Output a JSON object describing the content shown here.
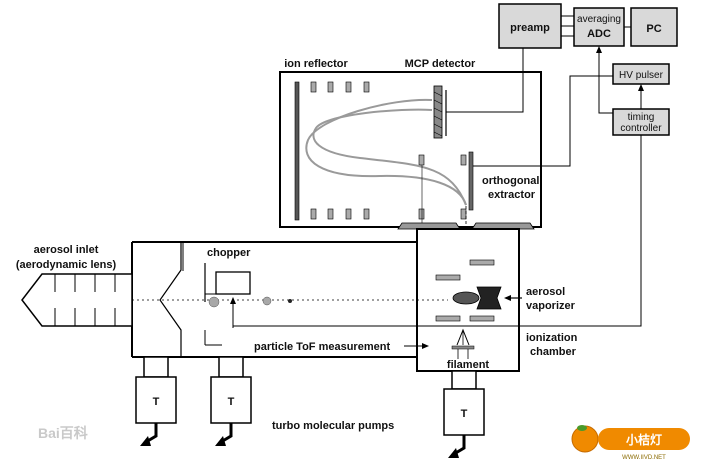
{
  "boxes": {
    "preamp": "preamp",
    "adc_top": "averaging",
    "adc_bottom": "ADC",
    "pc": "PC",
    "hv_pulser": "HV pulser",
    "timing_top": "timing",
    "timing_bottom": "controller",
    "pump": "T"
  },
  "labels": {
    "ion_reflector": "ion reflector",
    "mcp_detector": "MCP detector",
    "orthogonal": "orthogonal",
    "extractor": "extractor",
    "aerosol_inlet_1": "aerosol inlet",
    "aerosol_inlet_2": "(aerodynamic lens)",
    "chopper": "chopper",
    "aerosol_vaporizer_1": "aerosol",
    "aerosol_vaporizer_2": "vaporizer",
    "ionization_1": "ionization",
    "ionization_2": "chamber",
    "particle_tof": "particle ToF measurement",
    "filament": "filament",
    "turbo_pumps": "turbo molecular pumps"
  },
  "watermarks": {
    "baidu": "Bai百科",
    "brand": "小桔灯",
    "site": "WWW.IIVD.NET"
  },
  "colors": {
    "box_fill": "#d9d9d9",
    "line": "#000000",
    "trajectory": "#9a9a9a",
    "brand_orange": "#f08a00"
  }
}
